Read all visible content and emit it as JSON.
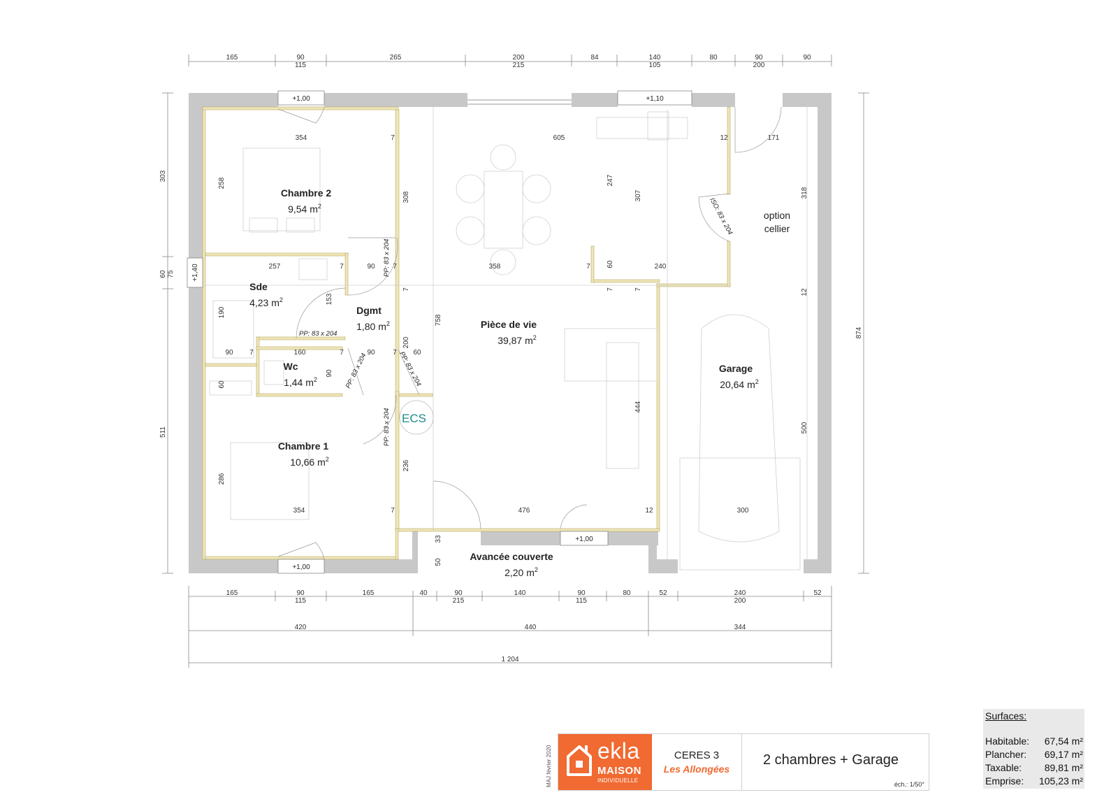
{
  "rooms": [
    {
      "id": "chambre2",
      "name": "Chambre 2",
      "area": "9,54 m",
      "name_pos": "chambre2"
    },
    {
      "id": "sde",
      "name": "Sde",
      "area": "4,23 m"
    },
    {
      "id": "dgmt",
      "name": "Dgmt",
      "area": "1,80 m"
    },
    {
      "id": "wc",
      "name": "Wc",
      "area": "1,44 m"
    },
    {
      "id": "chambre1",
      "name": "Chambre 1",
      "area": "10,66 m"
    },
    {
      "id": "piece_de_vie",
      "name": "Pièce de vie",
      "area": "39,87 m"
    },
    {
      "id": "garage",
      "name": "Garage",
      "area": "20,64 m"
    },
    {
      "id": "avancee",
      "name": "Avancée couverte",
      "area": "2,20 m"
    }
  ],
  "area_unit_sup": "2",
  "option_cellier": [
    "option",
    "cellier"
  ],
  "ecs": "ECS",
  "door_labels": [
    "PP: 83 x 204",
    "PP: 83 x 204",
    "PP: 83 x 204",
    "PP: 83 x 204",
    "PP: 83 x 204",
    "ISO: 83 x 204"
  ],
  "window_tags": [
    "+1,00",
    "+1,10",
    "+1,40",
    "+1,00",
    "+1,00"
  ],
  "dims_top_row1": [
    "165",
    "90",
    "265",
    "200",
    "84",
    "140",
    "80",
    "90",
    "90"
  ],
  "dims_top_row2": [
    "115",
    "215",
    "105",
    "200"
  ],
  "dims_bottom_row1": [
    "165",
    "90",
    "165",
    "40",
    "90",
    "140",
    "90",
    "80",
    "52",
    "240",
    "52"
  ],
  "dims_bottom_row2": [
    "115",
    "215",
    "115",
    "200"
  ],
  "dims_bottom_row3": [
    "420",
    "440",
    "344"
  ],
  "dims_total": "1 204",
  "dims_left": [
    "303",
    "60",
    "75",
    "511"
  ],
  "dims_right": [
    "874"
  ],
  "dims_interior": [
    "354",
    "7",
    "605",
    "12",
    "171",
    "258",
    "308",
    "247",
    "307",
    "318",
    "257",
    "7",
    "90",
    "7",
    "358",
    "7",
    "60",
    "240",
    "190",
    "153",
    "7",
    "7",
    "7",
    "12",
    "758",
    "90",
    "7",
    "160",
    "7",
    "90",
    "7",
    "60",
    "200",
    "60",
    "90",
    "444",
    "500",
    "286",
    "236",
    "354",
    "7",
    "476",
    "12",
    "300",
    "33",
    "50"
  ],
  "cartouche": {
    "maj": "MAJ février 2020",
    "logo_word": "ekla",
    "logo_maison": "MAISON",
    "logo_indiv": "INDIVIDUELLE",
    "model": "CERES 3",
    "model_sub": "Les Allongées",
    "description": "2 chambres + Garage",
    "scale": "éch.: 1/50°",
    "brand_color": "#f06a32"
  },
  "surfaces": {
    "title": "Surfaces:",
    "rows": [
      {
        "label": "Habitable:",
        "value": "67,54 m²"
      },
      {
        "label": "Plancher:",
        "value": "69,17 m²"
      },
      {
        "label": "Taxable:",
        "value": "89,81 m²"
      },
      {
        "label": "Emprise:",
        "value": "105,23 m²"
      }
    ]
  },
  "colors": {
    "wall": "#c8c8c8",
    "partition": "#efe6b8",
    "ecs": "#1f8a8a"
  }
}
